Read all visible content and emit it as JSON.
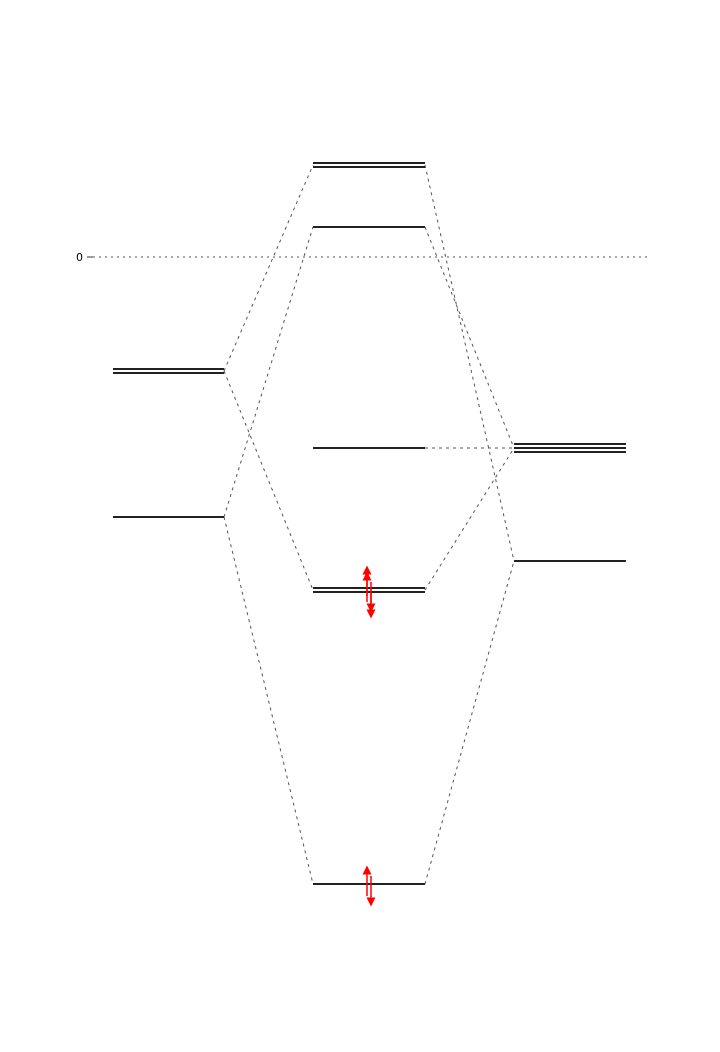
{
  "axis": {
    "zero_label": "0"
  },
  "colors": {
    "level": "#222222",
    "electron": "#ff0000",
    "correlation": "#555555"
  },
  "columns": [
    {
      "id": "left-fragment",
      "levels": [
        "left-upper",
        "left-lower"
      ]
    },
    {
      "id": "molecular-orbitals",
      "levels": [
        "mo-1",
        "mo-2",
        "mo-3",
        "mo-4",
        "mo-5"
      ]
    },
    {
      "id": "right-fragment",
      "levels": [
        "right-upper",
        "right-lower"
      ]
    }
  ],
  "levels": [
    {
      "id": "left-upper",
      "degeneracy": 2
    },
    {
      "id": "left-lower",
      "degeneracy": 1
    },
    {
      "id": "mo-1",
      "degeneracy": 2,
      "electrons": 0
    },
    {
      "id": "mo-2",
      "degeneracy": 1,
      "electrons": 0
    },
    {
      "id": "mo-3",
      "degeneracy": 1,
      "electrons": 0
    },
    {
      "id": "mo-4",
      "degeneracy": 2,
      "electrons": 4
    },
    {
      "id": "mo-5",
      "degeneracy": 1,
      "electrons": 2
    },
    {
      "id": "right-upper",
      "degeneracy": 3
    },
    {
      "id": "right-lower",
      "degeneracy": 1
    }
  ],
  "correlations": [
    [
      "left-upper",
      "mo-1"
    ],
    [
      "left-upper",
      "mo-4"
    ],
    [
      "left-lower",
      "mo-2"
    ],
    [
      "left-lower",
      "mo-5"
    ],
    [
      "mo-1",
      "right-lower"
    ],
    [
      "mo-2",
      "right-upper"
    ],
    [
      "mo-3",
      "right-upper"
    ],
    [
      "mo-4",
      "right-upper"
    ],
    [
      "mo-5",
      "right-lower"
    ]
  ]
}
